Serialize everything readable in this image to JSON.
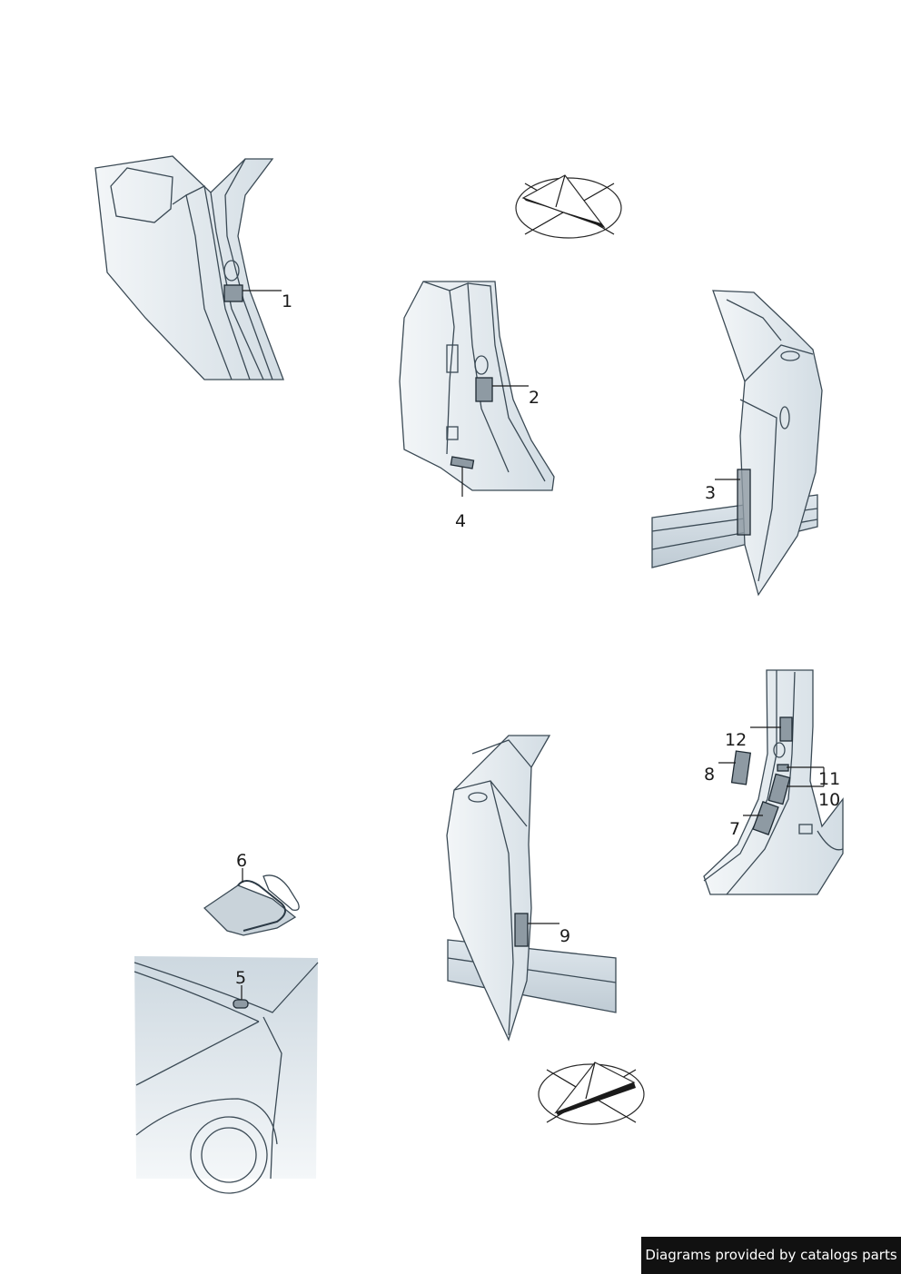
{
  "callouts": {
    "c1": "1",
    "c2": "2",
    "c3": "3",
    "c4": "4",
    "c5": "5",
    "c6": "6",
    "c7": "7",
    "c8": "8",
    "c9": "9",
    "c10": "10",
    "c11": "11",
    "c12": "12"
  },
  "footer": {
    "credit": "Diagrams provided by catalogs parts"
  },
  "colors": {
    "panel_fill": "#e4ebf0",
    "panel_shade": "#cdd8e0",
    "part_fill": "#8e9aa3",
    "outline": "#3b4a55",
    "footer_bg": "#111111"
  }
}
